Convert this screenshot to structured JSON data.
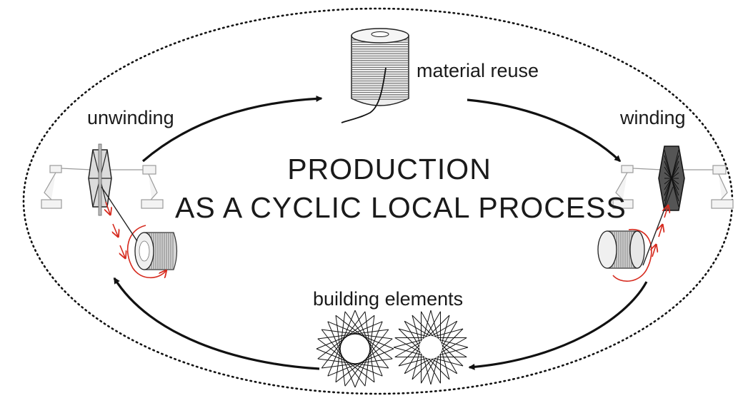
{
  "diagram": {
    "title_line1": "PRODUCTION",
    "title_line2": "AS A CYCLIC LOCAL PROCESS",
    "stages": {
      "material_reuse": "material reuse",
      "unwinding": "unwinding",
      "winding": "winding",
      "building_elements": "building elements"
    }
  },
  "colors": {
    "ink": "#1a1a1a",
    "accent": "#d62a1e",
    "robot": "#8c8c8c"
  },
  "icons": {
    "material_reuse": "thread-spool-icon",
    "unwinding": "robotic-winding-frame-icon",
    "winding": "robotic-winding-frame-icon",
    "spool_left": "fiber-roll-icon",
    "spool_right": "fiber-roll-icon",
    "building_elements": "fiber-star-element-icon"
  }
}
